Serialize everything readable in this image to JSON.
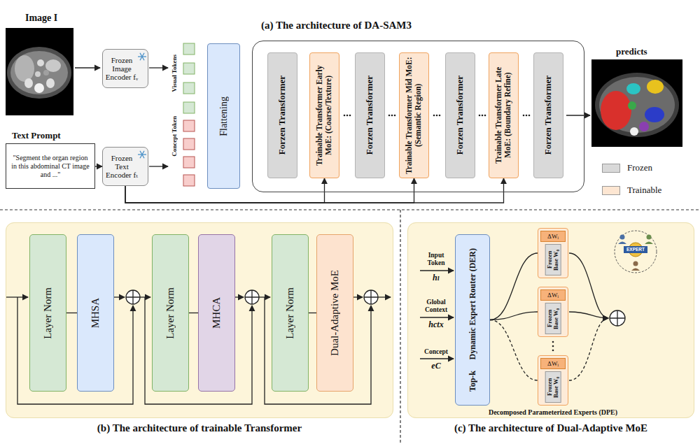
{
  "diagram": {
    "nodes": [
      {
        "text": [
          "Frozen Image Encoder fᵥ"
        ]
      },
      {
        "text": [
          "Text Prompt",
          "\"Segment the organ region in this abdominal CT image and ...\""
        ]
      },
      {
        "text": [
          "Frozen Text Encoder fₜ"
        ]
      },
      {
        "text": [
          "Flattening"
        ]
      },
      {
        "text": [
          "(a) The architecture of DA-SAM3"
        ]
      },
      {
        "text": [
          "Forzen Transformer"
        ],
        "in": 4
      },
      {
        "text": [
          "Trainable Transformer Early MoE: (Coarse/Texture)"
        ],
        "in": 4
      },
      {
        "text": [
          "Forzen Transformer"
        ],
        "in": 4
      },
      {
        "text": [
          "Trainable Transformer Mid MoE: (Semantic Region)"
        ],
        "in": 4
      },
      {
        "text": [
          "Forzen Transformer"
        ],
        "in": 4
      },
      {
        "text": [
          "Trainable Transformer Late MoE: (Boundary Refine)"
        ],
        "in": 4
      },
      {
        "text": [
          "Forzen Transformer"
        ],
        "in": 4
      },
      {
        "text": [
          "(b) The architecture of trainable Transformer"
        ]
      },
      {
        "text": [
          "Layer Norm"
        ],
        "in": 12
      },
      {
        "text": [
          "MHSA"
        ],
        "in": 12
      },
      {
        "text": [
          "Layer Norm"
        ],
        "in": 12
      },
      {
        "text": [
          "MHCA"
        ],
        "in": 12
      },
      {
        "text": [
          "Layer Norm"
        ],
        "in": 12
      },
      {
        "text": [
          "Dual-Adaptive MoE"
        ],
        "in": 12
      },
      {
        "text": [
          "(c) The architecture of Dual-Adaptive MoE"
        ]
      },
      {
        "text": [
          "Dynamic Expert Router (DER)",
          "Top-k"
        ],
        "in": 19
      },
      {
        "text": [
          "ΔWᵢ",
          "Frozen Base W₀"
        ],
        "in": 19
      },
      {
        "text": [
          "ΔWᵢ",
          "Frozen Base W₀"
        ],
        "in": 19
      },
      {
        "text": [
          "ΔWᵢ",
          "Frozen Base W₀"
        ],
        "in": 19
      }
    ],
    "edges": [
      {
        "from": 1,
        "to": 2,
        "arrow": "to"
      },
      {
        "from": 2,
        "to": 6,
        "arrow": "to"
      },
      {
        "from": 2,
        "to": 8,
        "arrow": "to"
      },
      {
        "from": 2,
        "to": 10,
        "arrow": "to"
      },
      {
        "from": 13,
        "to": 14,
        "arrow": "none"
      },
      {
        "from": 15,
        "to": 16,
        "arrow": "none"
      },
      {
        "from": 17,
        "to": 18,
        "arrow": "none"
      },
      {
        "from": 20,
        "to": 21,
        "arrow": "none"
      },
      {
        "from": 20,
        "to": 22,
        "arrow": "none"
      },
      {
        "from": 20,
        "to": 23,
        "arrow": "none"
      }
    ],
    "labels": [
      "Image I",
      "Visual Tokens",
      "Concept Token",
      "predicts",
      "Input Token",
      "hₗ",
      "Global Context",
      "hctx",
      "Concept",
      "eC",
      "EXPERT",
      "Decomposed Parameterized Experts (DPE)"
    ],
    "legend": [
      {
        "text": "Frozen",
        "color": "#d9d9d9"
      },
      {
        "text": "Trainable",
        "color": "#fde6d2"
      }
    ]
  }
}
